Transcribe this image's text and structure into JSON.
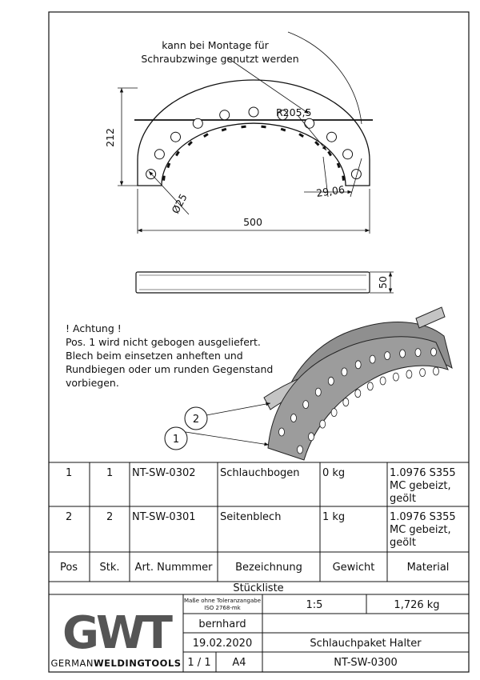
{
  "drawing": {
    "annotation_montage": [
      "kann bei Montage für",
      "Schraubzwinge genutzt werden"
    ],
    "dims": {
      "height": "212",
      "radius": "R205,5",
      "angle": "29,06",
      "hole_dia": "Ø25",
      "width": "500",
      "thickness": "50"
    },
    "note": [
      "! Achtung !",
      "Pos. 1 wird nicht gebogen ausgeliefert.",
      "Blech beim einsetzen anheften und",
      "Rundbiegen oder um runden Gegenstand",
      "vorbiegen."
    ],
    "balloons": [
      "2",
      "1"
    ]
  },
  "bom": {
    "rows": [
      {
        "pos": "1",
        "stk": "1",
        "art": "NT-SW-0302",
        "bez": "Schlauchbogen",
        "gew": "0 kg",
        "mat": [
          "1.0976 S355",
          "MC gebeizt,",
          "geölt"
        ]
      },
      {
        "pos": "2",
        "stk": "2",
        "art": "NT-SW-0301",
        "bez": "Seitenblech",
        "gew": "1 kg",
        "mat": [
          "1.0976 S355",
          "MC gebeizt,",
          "geölt"
        ]
      }
    ],
    "headers": {
      "pos": "Pos",
      "stk": "Stk.",
      "art": "Art. Nummmer",
      "bez": "Bezeichnung",
      "gew": "Gewicht",
      "mat": "Material"
    },
    "title": "Stückliste"
  },
  "titleblock": {
    "tolerance": [
      "Maße ohne Toleranzangabe",
      "ISO 2768-mk"
    ],
    "scale": "1:5",
    "mass": "1,726 kg",
    "author": "bernhard",
    "date": "19.02.2020",
    "name": "Schlauchpaket Halter",
    "sheet": "1 / 1",
    "format": "A4",
    "number": "NT-SW-0300",
    "logo_mark": "GWT",
    "company_regular": "GERMAN",
    "company_bold": "WELDINGTOOLS"
  }
}
